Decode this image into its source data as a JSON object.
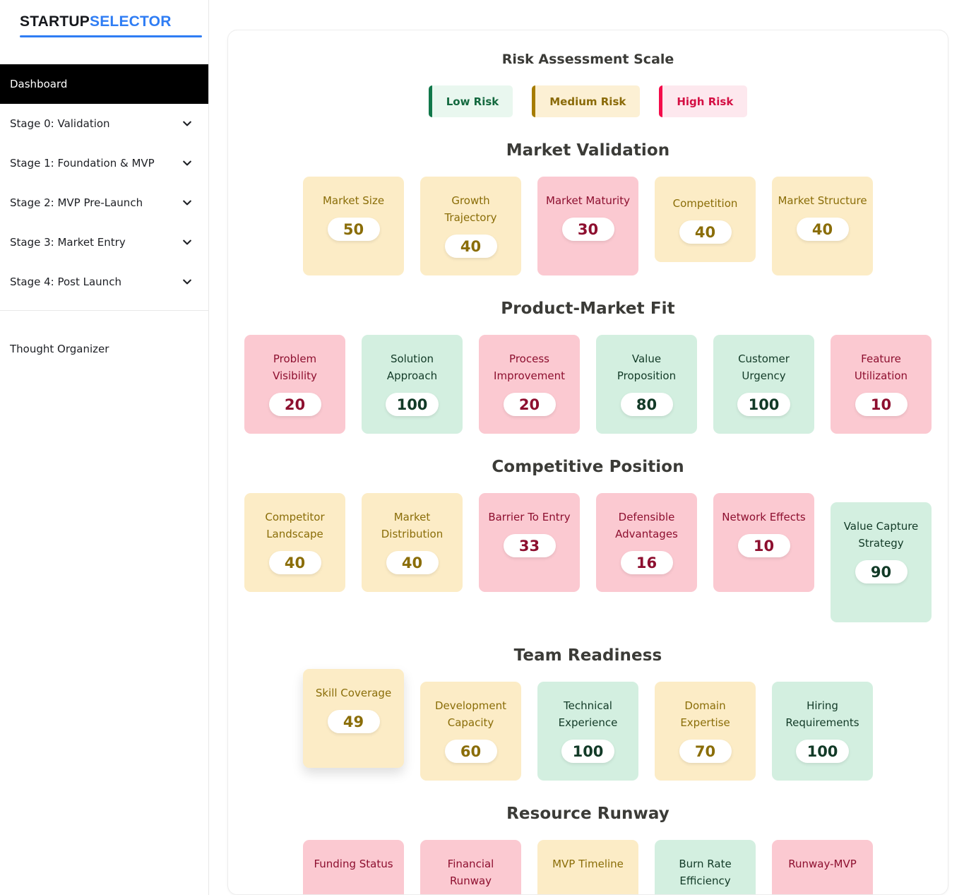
{
  "brand": {
    "part1": "STARTUP",
    "part2": "SELECTOR"
  },
  "sidebar": {
    "items": [
      {
        "label": "Dashboard",
        "active": true,
        "chevron": false
      },
      {
        "label": "Stage 0: Validation",
        "active": false,
        "chevron": true
      },
      {
        "label": "Stage 1: Foundation & MVP",
        "active": false,
        "chevron": true
      },
      {
        "label": "Stage 2: MVP Pre-Launch",
        "active": false,
        "chevron": true
      },
      {
        "label": "Stage 3: Market Entry",
        "active": false,
        "chevron": true
      },
      {
        "label": "Stage 4: Post Launch",
        "active": false,
        "chevron": true
      }
    ],
    "bottom_items": [
      {
        "label": "Thought Organizer",
        "active": false,
        "chevron": false
      }
    ]
  },
  "legend": {
    "title": "Risk Assessment Scale",
    "items": [
      {
        "label": "Low Risk",
        "bg": "#e9f7ef",
        "text": "#14693f",
        "bar": "#11774a"
      },
      {
        "label": "Medium Risk",
        "bg": "#fcf0d4",
        "text": "#8a6a08",
        "bar": "#a67c00"
      },
      {
        "label": "High Risk",
        "bg": "#fde8ee",
        "text": "#d40f43",
        "bar": "#f40c4a"
      }
    ]
  },
  "sections": [
    {
      "title": "Market Validation",
      "cards": [
        {
          "label": "Market Size",
          "value": "50",
          "risk": "medium",
          "lines": 2,
          "state": "normal"
        },
        {
          "label": "Growth Trajectory",
          "value": "40",
          "risk": "medium",
          "lines": 2,
          "state": "normal"
        },
        {
          "label": "Market Maturity",
          "value": "30",
          "risk": "high",
          "lines": 2,
          "state": "normal"
        },
        {
          "label": "Competition",
          "value": "40",
          "risk": "medium",
          "lines": 1,
          "state": "normal"
        },
        {
          "label": "Market Structure",
          "value": "40",
          "risk": "medium",
          "lines": 2,
          "state": "normal"
        }
      ]
    },
    {
      "title": "Product-Market Fit",
      "cards": [
        {
          "label": "Problem Visibility",
          "value": "20",
          "risk": "high",
          "lines": 2,
          "state": "normal"
        },
        {
          "label": "Solution Approach",
          "value": "100",
          "risk": "low",
          "lines": 2,
          "state": "normal"
        },
        {
          "label": "Process Improvement",
          "value": "20",
          "risk": "high",
          "lines": 2,
          "state": "normal"
        },
        {
          "label": "Value Proposition",
          "value": "80",
          "risk": "low",
          "lines": 2,
          "state": "normal"
        },
        {
          "label": "Customer Urgency",
          "value": "100",
          "risk": "low",
          "lines": 2,
          "state": "normal"
        },
        {
          "label": "Feature Utilization",
          "value": "10",
          "risk": "high",
          "lines": 2,
          "state": "normal"
        }
      ]
    },
    {
      "title": "Competitive Position",
      "cards": [
        {
          "label": "Competitor Landscape",
          "value": "40",
          "risk": "medium",
          "lines": 2,
          "state": "normal"
        },
        {
          "label": "Market Distribution",
          "value": "40",
          "risk": "medium",
          "lines": 2,
          "state": "normal"
        },
        {
          "label": "Barrier To Entry",
          "value": "33",
          "risk": "high",
          "lines": 2,
          "state": "normal"
        },
        {
          "label": "Defensible Advantages",
          "value": "16",
          "risk": "high",
          "lines": 2,
          "state": "normal"
        },
        {
          "label": "Network Effects",
          "value": "10",
          "risk": "high",
          "lines": 2,
          "state": "normal"
        },
        {
          "label": "Value Capture Strategy",
          "value": "90",
          "risk": "low",
          "lines": 3,
          "state": "shifted"
        }
      ]
    },
    {
      "title": "Team Readiness",
      "cards": [
        {
          "label": "Skill Coverage",
          "value": "49",
          "risk": "medium",
          "lines": 2,
          "state": "raised"
        },
        {
          "label": "Development Capacity",
          "value": "60",
          "risk": "medium",
          "lines": 2,
          "state": "normal"
        },
        {
          "label": "Technical Experience",
          "value": "100",
          "risk": "low",
          "lines": 2,
          "state": "normal"
        },
        {
          "label": "Domain Expertise",
          "value": "70",
          "risk": "medium",
          "lines": 2,
          "state": "normal"
        },
        {
          "label": "Hiring Requirements",
          "value": "100",
          "risk": "low",
          "lines": 2,
          "state": "normal"
        }
      ]
    },
    {
      "title": "Resource Runway",
      "cards": [
        {
          "label": "Funding Status",
          "value": "",
          "risk": "high",
          "lines": 2,
          "state": "normal"
        },
        {
          "label": "Financial Runway",
          "value": "",
          "risk": "high",
          "lines": 2,
          "state": "normal"
        },
        {
          "label": "MVP Timeline",
          "value": "",
          "risk": "medium",
          "lines": 2,
          "state": "normal"
        },
        {
          "label": "Burn Rate Efficiency",
          "value": "",
          "risk": "low",
          "lines": 2,
          "state": "normal"
        },
        {
          "label": "Runway-MVP",
          "value": "",
          "risk": "high",
          "lines": 2,
          "state": "normal"
        }
      ]
    }
  ]
}
